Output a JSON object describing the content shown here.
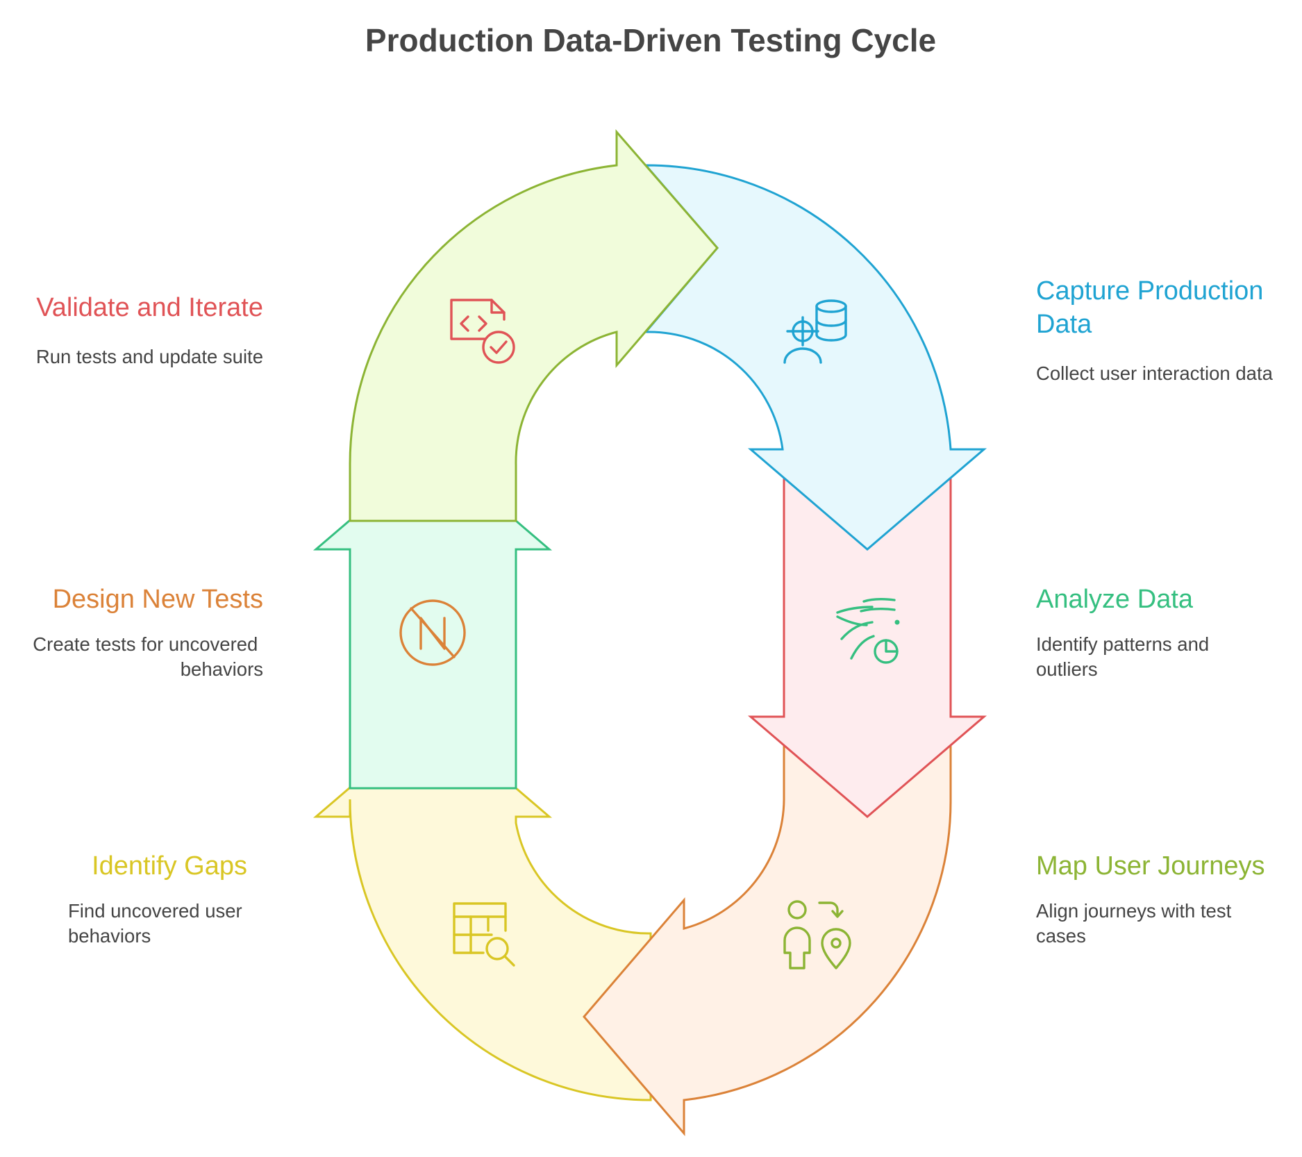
{
  "title": "Production Data-Driven Testing Cycle",
  "steps": [
    {
      "id": "capture",
      "title_lines": [
        "Capture Production",
        "Data"
      ],
      "desc_lines": [
        "Collect user interaction data"
      ],
      "color": "#1FA3D2",
      "fill": "#E6F8FD",
      "icon": "user-database-icon"
    },
    {
      "id": "analyze",
      "title_lines": [
        "Analyze Data"
      ],
      "desc_lines": [
        "Identify patterns and",
        "outliers"
      ],
      "color": "#35BF80",
      "fill": "#E2FCEF",
      "icon": "pattern-chart-icon"
    },
    {
      "id": "map",
      "title_lines": [
        "Map User Journeys"
      ],
      "desc_lines": [
        "Align journeys with test",
        "cases"
      ],
      "color": "#8CB434",
      "fill": "#F1FCDB",
      "icon": "person-location-icon"
    },
    {
      "id": "gaps",
      "title_lines": [
        "Identify Gaps"
      ],
      "desc_lines": [
        "Find uncovered user",
        "behaviors"
      ],
      "color": "#D9C624",
      "fill": "#FEF9DA",
      "icon": "table-search-icon"
    },
    {
      "id": "design",
      "title_lines": [
        "Design New Tests"
      ],
      "desc_lines": [
        "Create tests for uncovered",
        "behaviors"
      ],
      "color": "#DB8238",
      "fill": "#FFF1E6",
      "icon": "no-entry-n-icon"
    },
    {
      "id": "validate",
      "title_lines": [
        "Validate and Iterate"
      ],
      "desc_lines": [
        "Run tests and update suite"
      ],
      "color": "#E05356",
      "fill": "#FEECEE",
      "icon": "code-file-check-icon"
    }
  ]
}
